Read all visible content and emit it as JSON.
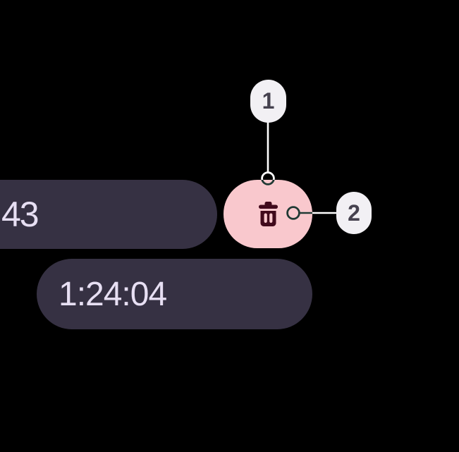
{
  "stopwatch": {
    "lap_time_partial": "43",
    "elapsed_time": "1:24:04"
  },
  "delete_button": {
    "icon": "trash-icon"
  },
  "annotations": [
    {
      "label": "1"
    },
    {
      "label": "2"
    }
  ],
  "colors": {
    "background": "#000000",
    "pill_background": "#363143",
    "time_text": "#e7dff3",
    "delete_button_background": "#f9c8cd",
    "delete_icon": "#410a1c",
    "marker_background": "#f2f0f4",
    "marker_text": "#46424f",
    "connector_dark": "#213833",
    "connector_light": "#ffffff"
  }
}
